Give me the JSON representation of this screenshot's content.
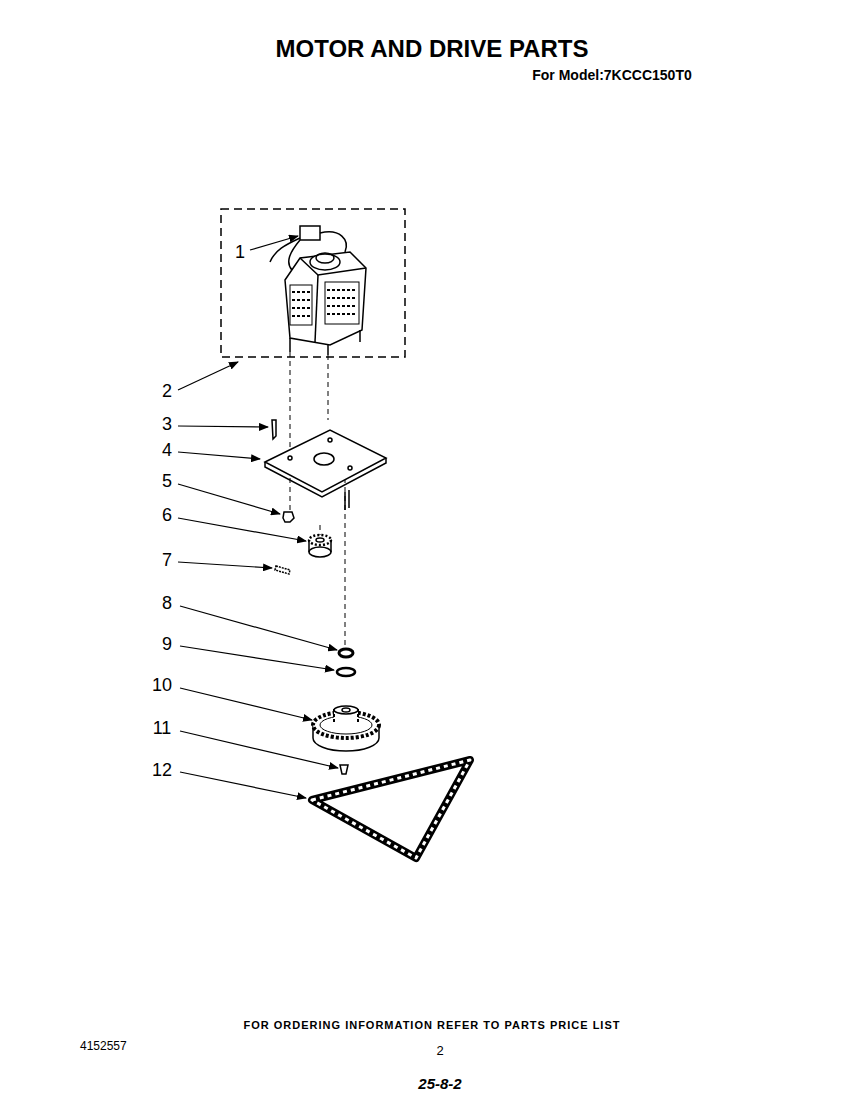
{
  "diagram": {
    "title": "MOTOR AND DRIVE PARTS",
    "labels": [
      "For Model:7KCCC150T0",
      "1",
      "2",
      "3",
      "4",
      "5",
      "6",
      "7",
      "8",
      "9",
      "10",
      "11",
      "12",
      "FOR ORDERING INFORMATION REFER TO PARTS PRICE LIST",
      "4152557",
      "2",
      "25-8-2"
    ]
  }
}
